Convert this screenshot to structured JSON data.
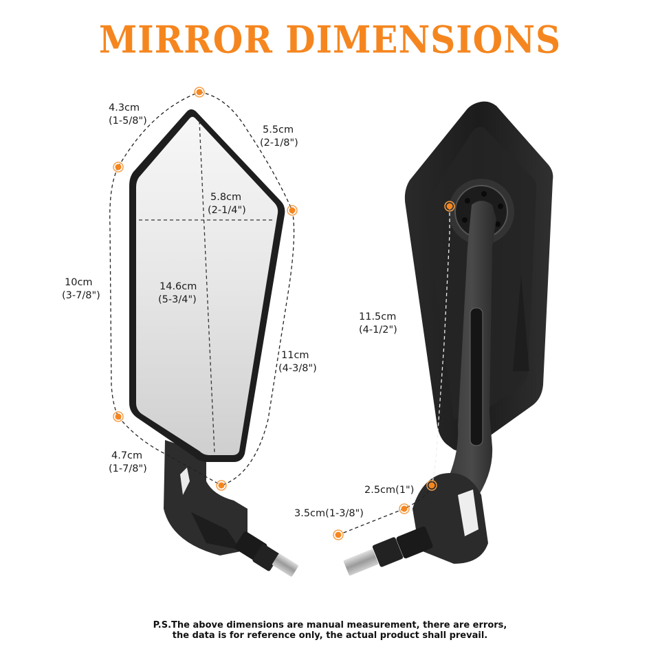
{
  "title": "MIRROR DIMENSIONS",
  "accent_color": "#f5861f",
  "front_view": {
    "measurements": [
      {
        "id": "top-left-edge",
        "cm": "4.3cm",
        "inch": "(1-5/8\")"
      },
      {
        "id": "top-right-edge",
        "cm": "5.5cm",
        "inch": "(2-1/8\")"
      },
      {
        "id": "width",
        "cm": "5.8cm",
        "inch": "(2-1/4\")"
      },
      {
        "id": "left-side",
        "cm": "10cm",
        "inch": "(3-7/8\")"
      },
      {
        "id": "height",
        "cm": "14.6cm",
        "inch": "(5-3/4\")"
      },
      {
        "id": "right-side",
        "cm": "11cm",
        "inch": "(4-3/8\")"
      },
      {
        "id": "bottom-edge",
        "cm": "4.7cm",
        "inch": "(1-7/8\")"
      }
    ]
  },
  "back_view": {
    "measurements": [
      {
        "id": "arm-length",
        "cm": "11.5cm",
        "inch": "(4-1/2\")"
      },
      {
        "id": "bend",
        "label": "2.5cm(1\")"
      },
      {
        "id": "mount",
        "label": "3.5cm(1-3/8\")"
      }
    ]
  },
  "footnote": {
    "line1": "P.S.The above dimensions are manual measurement, there are errors,",
    "line2": "the data is for reference only, the actual product shall prevail."
  }
}
